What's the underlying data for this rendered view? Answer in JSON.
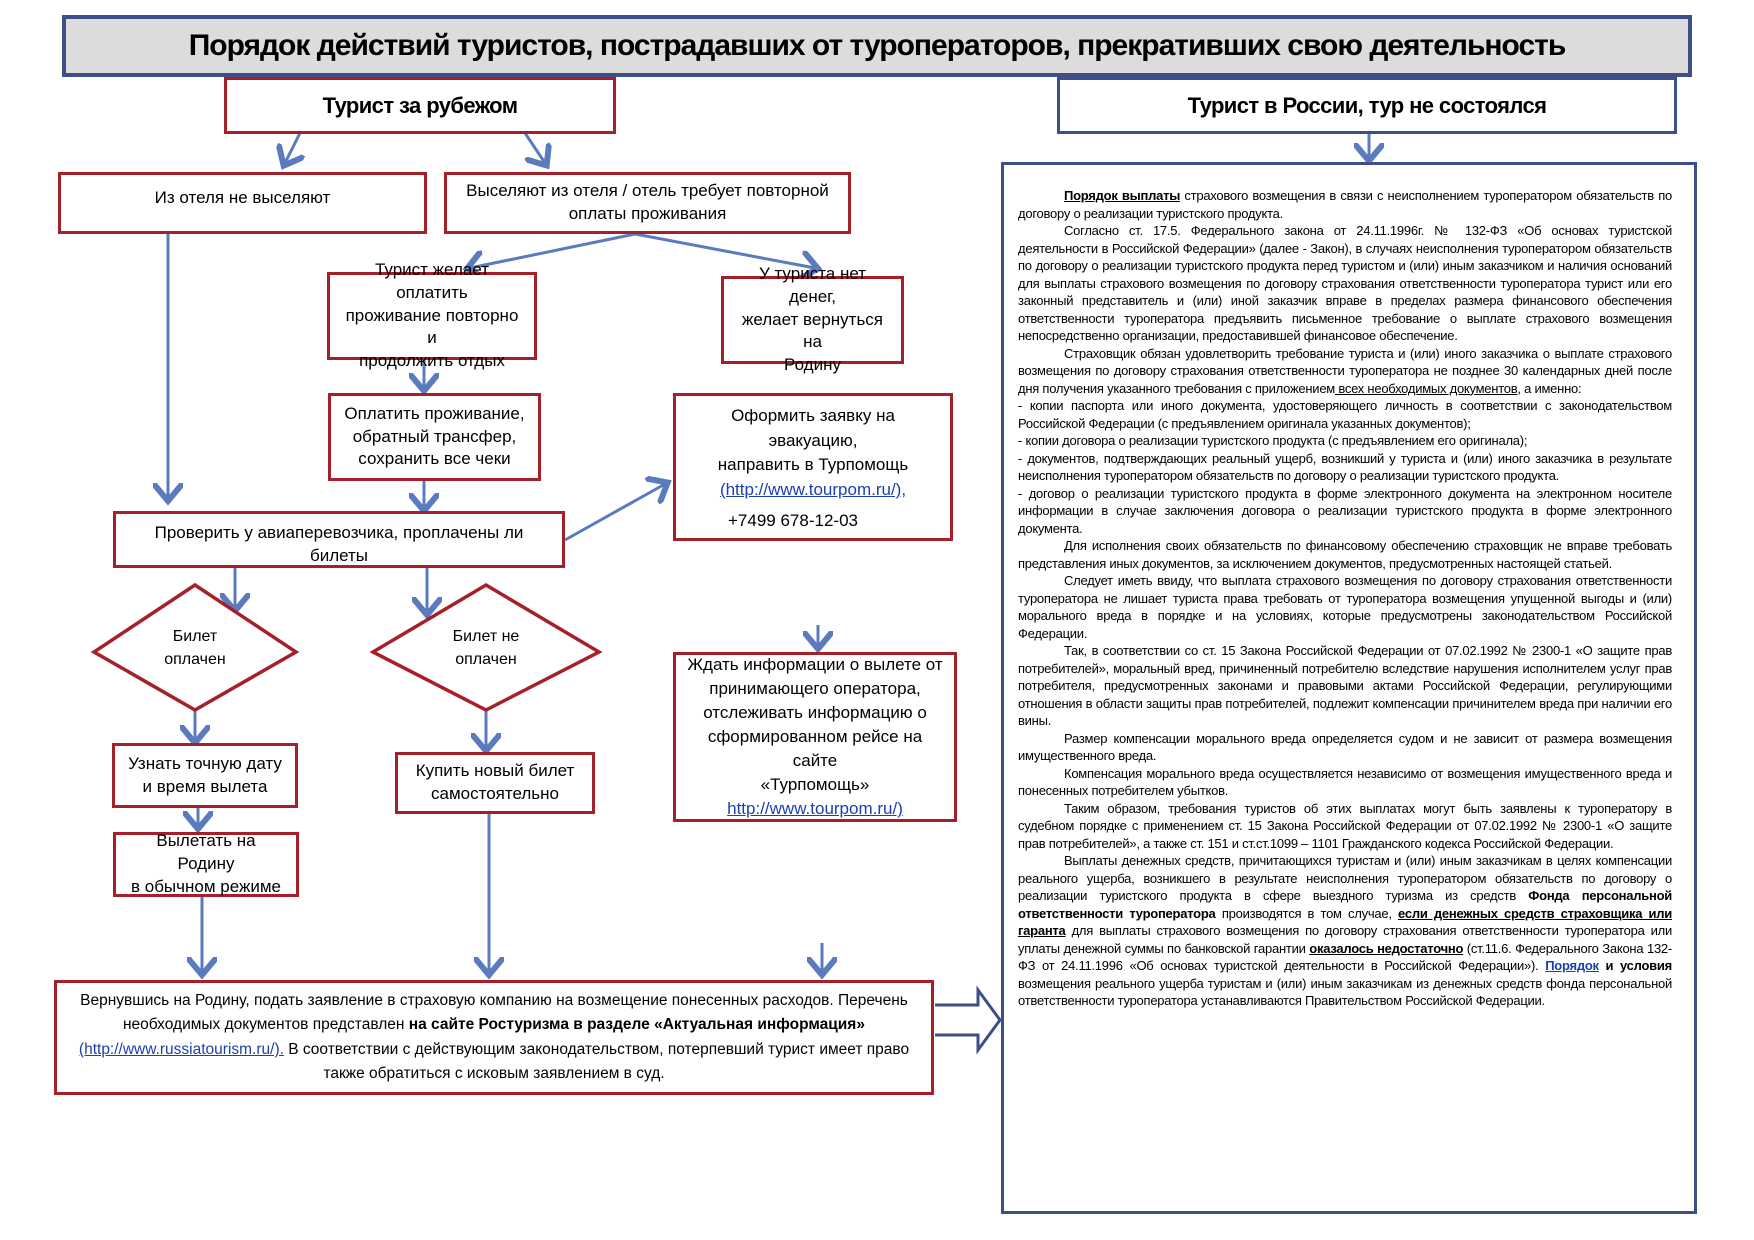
{
  "title": "Порядок действий туристов, пострадавших от туроператоров, прекративших свою деятельность",
  "headers": {
    "abroad": "Турист за рубежом",
    "russia": "Турист в России, тур не состоялся"
  },
  "boxes": {
    "not_evicted": "Из отеля не выселяют",
    "evicted_1": "Выселяют из отеля / отель требует повторной",
    "evicted_2": "оплаты проживания",
    "pay_again_1": "Турист желает оплатить",
    "pay_again_2": "проживание повторно и",
    "pay_again_3": "продолжить отдых",
    "no_money_1": "У туриста нет денег,",
    "no_money_2": "желает вернуться на",
    "no_money_3": "Родину",
    "pay_accom_1": "Оплатить проживание,",
    "pay_accom_2": "обратный трансфер,",
    "pay_accom_3": "сохранить все чеки",
    "evac_1": "Оформить заявку на эвакуацию,",
    "evac_2": "направить в Турпомощь",
    "evac_link": "(http://www.tourpom.ru/),",
    "evac_phone": "+7499 678-12-03",
    "check_tickets": "Проверить у авиаперевозчика, проплачены ли билеты",
    "ticket_paid_1": "Билет",
    "ticket_paid_2": "оплачен",
    "ticket_unpaid_1": "Билет не",
    "ticket_unpaid_2": "оплачен",
    "wait_1": "Ждать информации о вылете от",
    "wait_2": "принимающего оператора,",
    "wait_3": "отслеживать информацию о",
    "wait_4": "сформированном рейсе на сайте",
    "wait_5": "«Турпомощь»",
    "wait_link": "http://www.tourpom.ru/)",
    "find_date_1": "Узнать точную дату",
    "find_date_2": "и время вылета",
    "buy_ticket_1": "Купить новый билет",
    "buy_ticket_2": "самостоятельно",
    "fly_home_1": "Вылетать на Родину",
    "fly_home_2": "в обычном режиме",
    "final_1": "Вернувшись на Родину, подать заявление в страховую компанию на возмещение понесенных расходов. Перечень",
    "final_2a": "необходимых документов представлен",
    "final_2b": "на сайте Ростуризма в разделе «Актуальная информация»",
    "final_3a": "(http://www.russiatourism.ru/).",
    "final_3b": "В соответствии с действующим законодательством, потерпевший турист имеет право",
    "final_4": "также обратиться с исковым заявлением в суд."
  },
  "legal": {
    "p1a": "Порядок выплаты",
    "p1b": " страхового возмещения в связи с неисполнением  туроператором обязательств по договору о реализации туристского продукта.",
    "p2": "Согласно ст. 17.5. Федерального закона от 24.11.1996г. № 132-ФЗ «Об основах туристской деятельности в Российской Федерации» (далее - Закон), в случаях   неисполнения туроператором обязательств по договору  о реализации туристского продукта перед туристом и (или) иным заказчиком и наличия  оснований для выплаты страхового возмещения по договору страхования ответственности  туроператора турист или его законный представитель и (или) иной заказчик  вправе в пределах размера финансового обеспечения ответственности туроператора предъявить письменное требование о выплате  страхового возмещения  непосредственно организации, предоставившей финансовое обеспечение.",
    "p3a": "Страховщик обязан удовлетворить требование туриста и (или) иного заказчика о  выплате страхового возмещения по договору страхования ответственности туроператора   не позднее 30 календарных дней после дня получения указанного требования с приложением",
    "p3b": " всех необходимых документов",
    "p3c": ", а именно:",
    "l1": "-          копии паспорта или иного документа, удостоверяющего личность в соответствии с законодательством Российской Федерации (с предъявлением оригинала  указанных  документов);",
    "l2": "-          копии договора  о реализации туристского  продукта (с предъявлением его  оригинала);",
    "l3": "- документов, подтверждающих реальный ущерб, возникший у туриста и (или) иного  заказчика в результате неисполнения туроператором обязательств по договору о реализации туристского продукта.",
    "l4": "- договор о реализации туристского продукта в форме электронного документа на электронном носителе информации в случае заключения договора о реализации туристского продукта в форме электронного документа.",
    "p4": "Для исполнения своих обязательств по финансовому обеспечению страховщик не вправе требовать представления иных документов, за исключением документов,  предусмотренных настоящей статьей.",
    "p5": "Следует иметь ввиду, что выплата страхового возмещения по договору страхования ответственности туроператора не лишает туриста права требовать от туроператора  возмещения упущенной выгоды и (или) морального вреда в порядке и на условиях,  которые предусмотрены законодательством Российской Федерации.",
    "p6": "Так, в соответствии со ст. 15 Закона Российской Федерации от 07.02.1992 № 2300-1 «О защите прав потребителей», моральный вред, причиненный потребителю  вследствие нарушения исполнителем услуг прав  потребителя, предусмотренных законами и правовыми актами Российской Федерации, регулирующими отношения в области защиты  прав потребителей, подлежит компенсации причинителем вреда при наличии его вины.",
    "p7": "Размер компенсации морального вреда определяется судом   и не зависит от   размера возмещения имущественного вреда.",
    "p8": "Компенсация морального  вреда осуществляется независимо  от возмещения  имущественного вреда и понесенных потребителем убытков.",
    "p9": "Таким образом, требования туристов об этих выплатах могут быть заявлены к туроператору в судебном порядке с применением ст. 15 Закона Российской Федерации от  07.02.1992 № 2300-1 «О защите прав потребителей», а также ст. 151 и ст.ст.1099 – 1101  Гражданского кодекса Российской Федерации.",
    "p10a": "Выплаты денежных средств, причитающихся туристам и (или) иным заказчикам в целях компенсации реального ущерба, возникшего в результате неисполнения туроператором обязательств по договору о реализации туристского продукта в сфере выездного туризма из средств ",
    "p10b": "Фонда персональной ответственности туроператора",
    "p10c": " производятся в том случае, ",
    "p10d": "если денежных средств страховщика или гаранта",
    "p10e": " для выплаты страхового возмещения по договору страхования ответственности туроператора или уплаты денежной суммы по банковской гарантии ",
    "p10f": "оказалось недостаточно",
    "p10g": " (ст.11.6. Федерального Закона 132-ФЗ от 24.11.1996 «Об основах туристской деятельности в Российской Федерации»). ",
    "p10h": "Порядок",
    "p10i": " и условия",
    "p10j": " возмещения реального ущерба туристам и (или) иным заказчикам из денежных средств  фонда  персональной  ответственности  туроператора  устанавливаются Правительством Российской Федерации."
  },
  "colors": {
    "red": "#a6202a",
    "blue": "#3c4f88",
    "arrow": "#5b7bbf"
  }
}
